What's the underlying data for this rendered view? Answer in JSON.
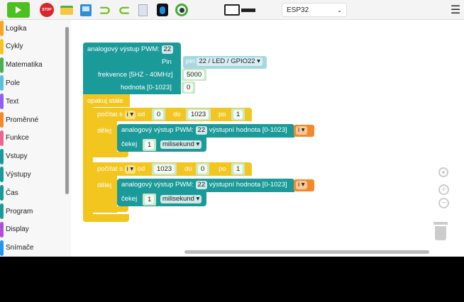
{
  "toolbar": {
    "board": "ESP32",
    "icons": [
      "play-icon",
      "stop-icon",
      "open-folder-icon",
      "save-icon",
      "undo-icon",
      "redo-icon",
      "python-file-icon",
      "chip-info-icon",
      "reset-icon",
      "monitor-usb-icon",
      "menu-icon"
    ],
    "stop_label": "STOP"
  },
  "sidebar": {
    "items": [
      {
        "label": "Logika",
        "color": "#f5a623"
      },
      {
        "label": "Cykly",
        "color": "#f2c61f"
      },
      {
        "label": "Matematika",
        "color": "#4caf50"
      },
      {
        "label": "Pole",
        "color": "#5bc0de"
      },
      {
        "label": "Text",
        "color": "#8e5ef5"
      },
      {
        "label": "Proměnné",
        "color": "#f5892a"
      },
      {
        "label": "Funkce",
        "color": "#f06292"
      },
      {
        "label": "Vstupy",
        "color": "#1b9a9a"
      },
      {
        "label": "Výstupy",
        "color": "#1b9a9a"
      },
      {
        "label": "Čas",
        "color": "#1b9a9a"
      },
      {
        "label": "Program",
        "color": "#1b9a9a"
      },
      {
        "label": "Display",
        "color": "#b04ed8"
      },
      {
        "label": "Snímače",
        "color": "#2196f3"
      }
    ]
  },
  "blocks": {
    "setup": {
      "title": "analogový výstup PWM:",
      "channel": "22",
      "pin_label": "Pin",
      "pin_prefix": "pin",
      "pin_value": "22 / LED / GPIO22",
      "freq_label": "frekvence [5HZ - 40MHz]",
      "freq_value": "5000",
      "value_label": "hodnota [0-1023]",
      "value": "0"
    },
    "forever": "opakuj stále",
    "loops": [
      {
        "count_label": "počítat s",
        "var": "i",
        "from_label": "od",
        "from": "0",
        "to_label": "do",
        "to": "1023",
        "by_label": "po",
        "by": "1",
        "do_label": "dělej",
        "pwm_label": "analogový výstup PWM:",
        "channel": "22",
        "out_label": "výstupní hodnota [0-1023]",
        "out_var": "i",
        "wait_label": "čekej",
        "wait_value": "1",
        "wait_unit": "milisekund"
      },
      {
        "count_label": "počítat s",
        "var": "i",
        "from_label": "od",
        "from": "1023",
        "to_label": "do",
        "to": "0",
        "by_label": "po",
        "by": "1",
        "do_label": "dělej",
        "pwm_label": "analogový výstup PWM:",
        "channel": "22",
        "out_label": "výstupní hodnota [0-1023]",
        "out_var": "i",
        "wait_label": "čekej",
        "wait_value": "1",
        "wait_unit": "milisekund"
      }
    ]
  }
}
